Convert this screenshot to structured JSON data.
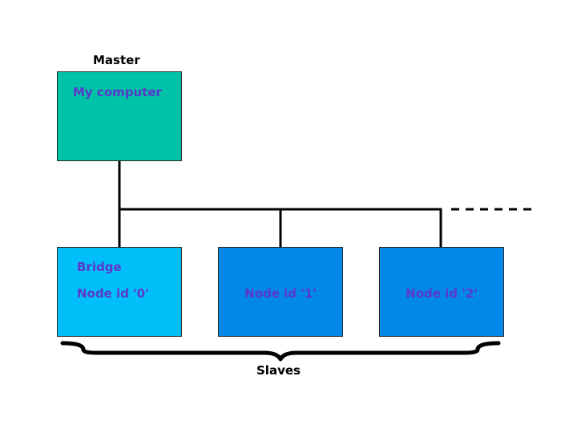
{
  "master": {
    "heading": "Master",
    "label": "My computer",
    "color": "#00c2a8"
  },
  "bridge": {
    "title": "Bridge",
    "node": "Node id '0'",
    "color": "#00bff8"
  },
  "nodes": [
    {
      "label": "Node id '1'",
      "color": "#0387e8"
    },
    {
      "label": "Node id '2'",
      "color": "#0387e8"
    }
  ],
  "slaves_label": "Slaves",
  "text_color": "#5b38c9"
}
